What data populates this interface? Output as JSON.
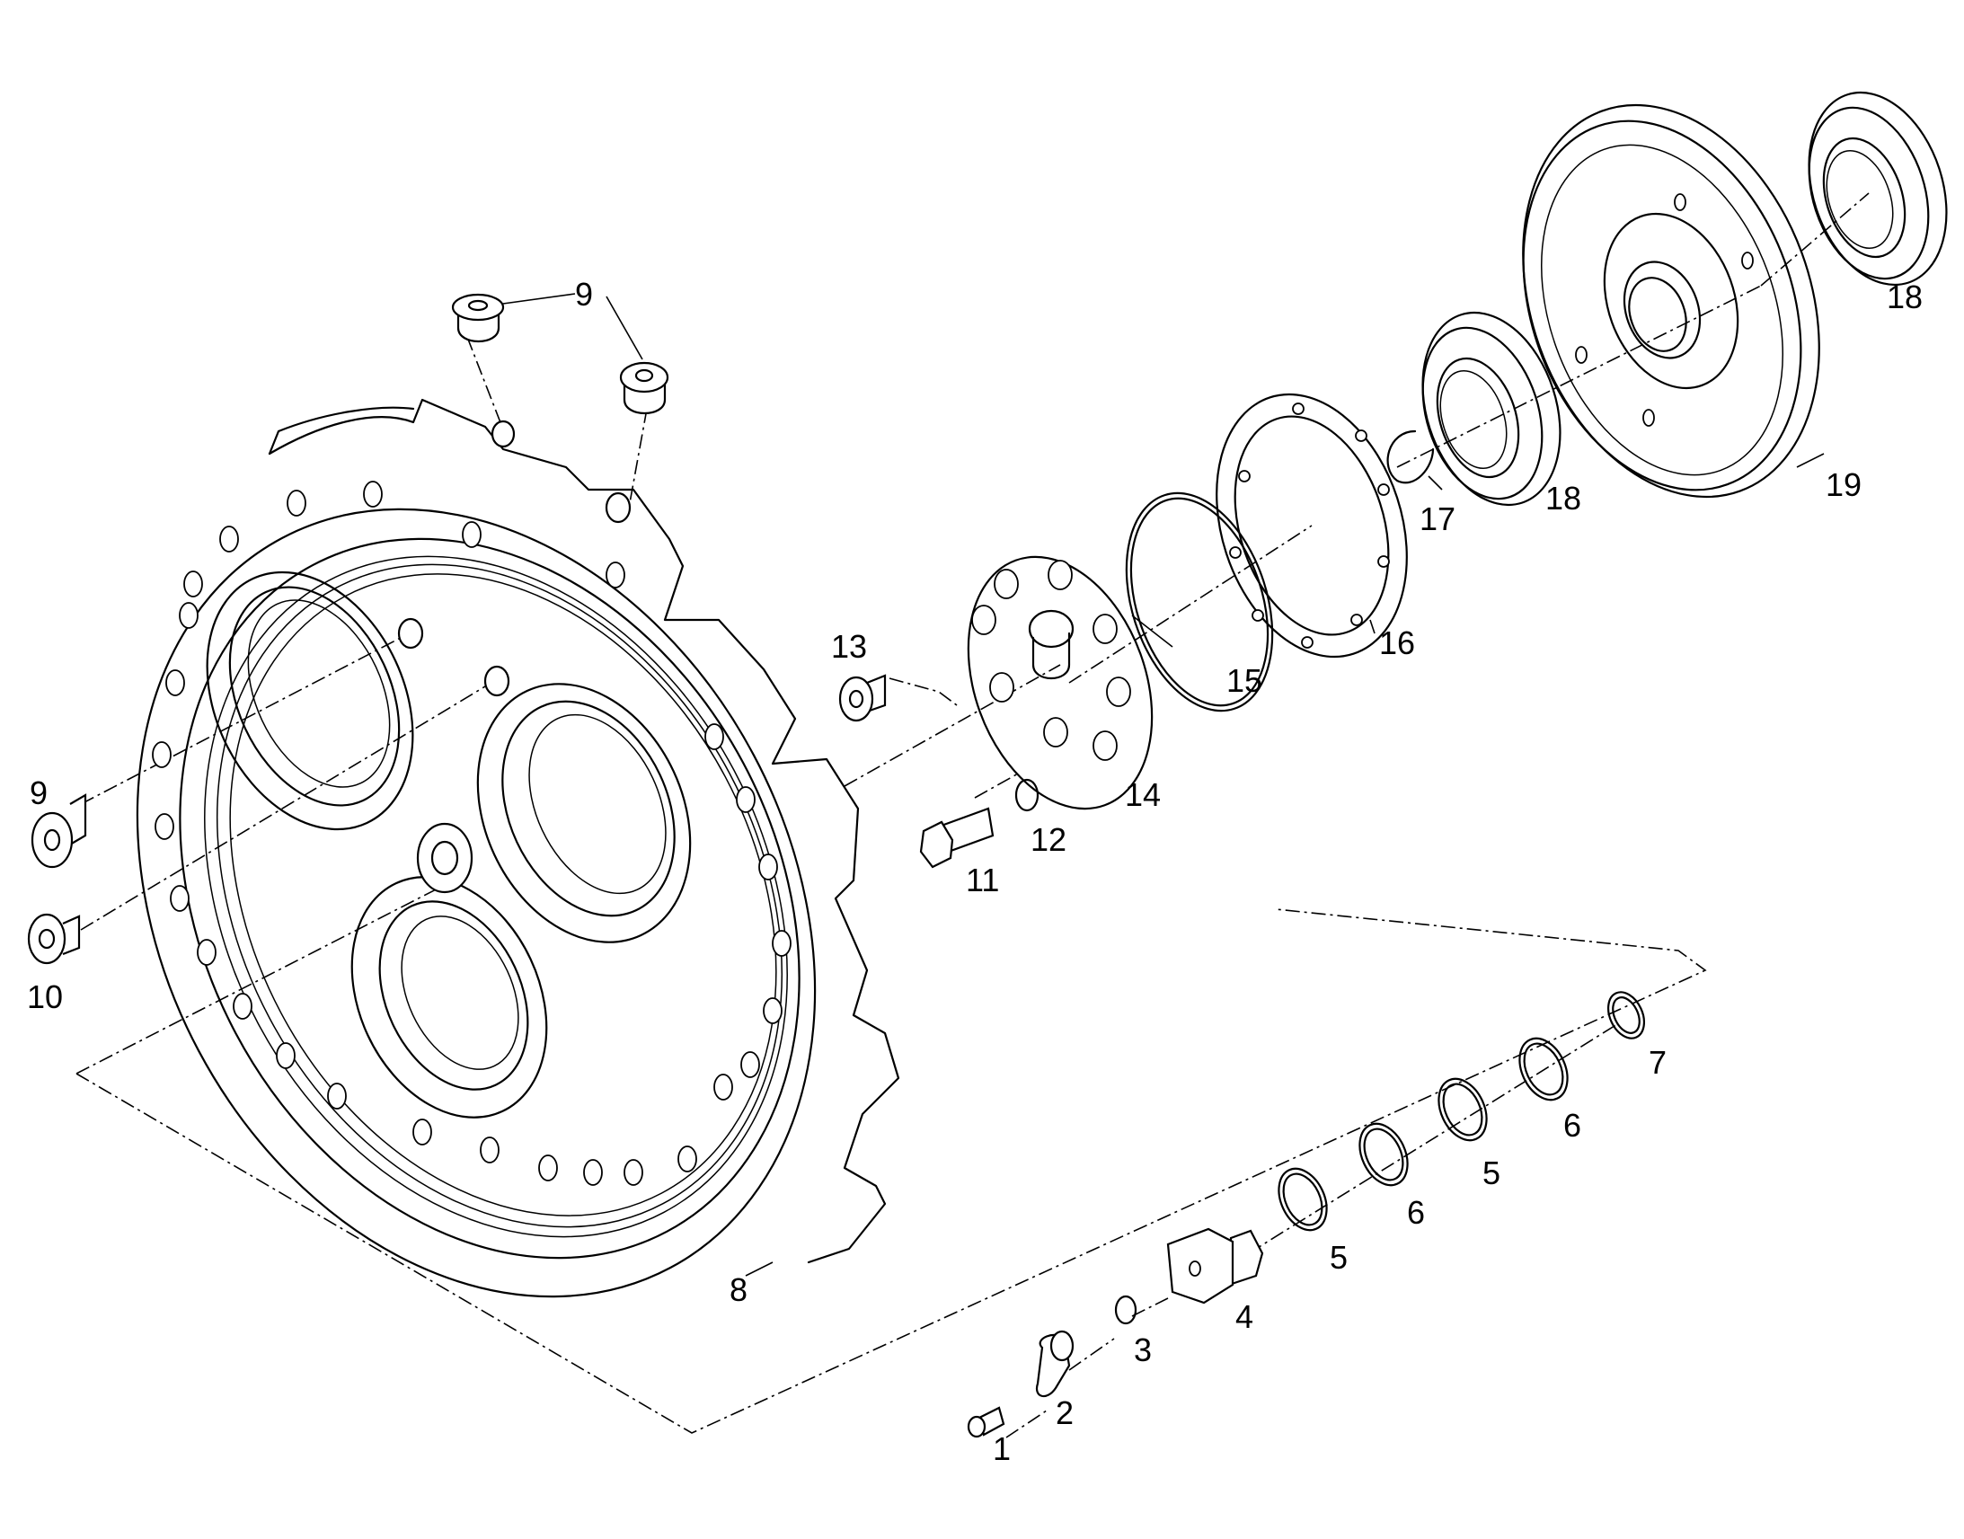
{
  "callouts": [
    {
      "id": "c1",
      "label": "1"
    },
    {
      "id": "c2",
      "label": "2"
    },
    {
      "id": "c3",
      "label": "3"
    },
    {
      "id": "c4",
      "label": "4"
    },
    {
      "id": "c5a",
      "label": "5"
    },
    {
      "id": "c5b",
      "label": "5"
    },
    {
      "id": "c6a",
      "label": "6"
    },
    {
      "id": "c6b",
      "label": "6"
    },
    {
      "id": "c7",
      "label": "7"
    },
    {
      "id": "c8",
      "label": "8"
    },
    {
      "id": "c9a",
      "label": "9"
    },
    {
      "id": "c9b",
      "label": "9"
    },
    {
      "id": "c10",
      "label": "10"
    },
    {
      "id": "c11",
      "label": "11"
    },
    {
      "id": "c12",
      "label": "12"
    },
    {
      "id": "c13",
      "label": "13"
    },
    {
      "id": "c14",
      "label": "14"
    },
    {
      "id": "c15",
      "label": "15"
    },
    {
      "id": "c16",
      "label": "16"
    },
    {
      "id": "c17",
      "label": "17"
    },
    {
      "id": "c18a",
      "label": "18"
    },
    {
      "id": "c18b",
      "label": "18"
    },
    {
      "id": "c19",
      "label": "19"
    }
  ]
}
